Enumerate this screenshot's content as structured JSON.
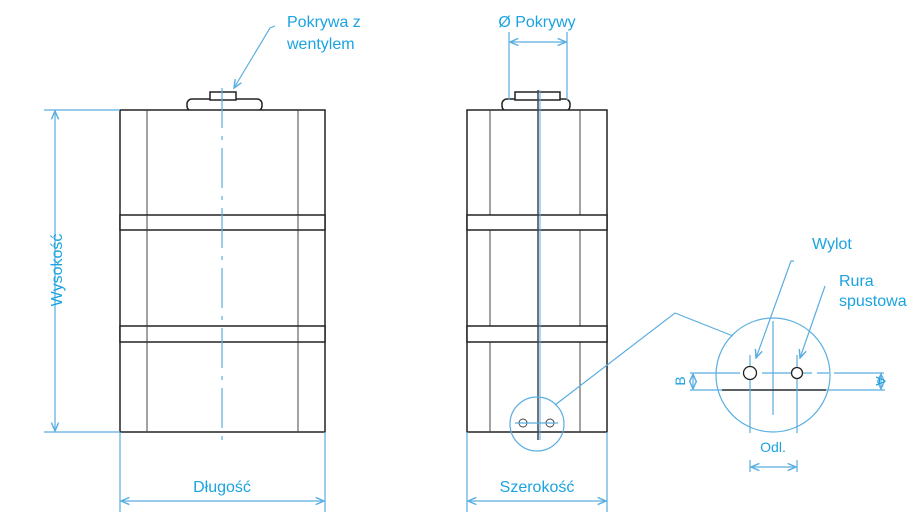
{
  "labels": {
    "lid_line1": "Pokrywa z",
    "lid_line2": "wentylem",
    "lid_diameter": "Ø Pokrywy",
    "height": "Wysokość",
    "length": "Długość",
    "width": "Szerokość",
    "outlet": "Wylot",
    "drain_line1": "Rura",
    "drain_line2": "spustowa",
    "dim_a": "A",
    "dim_b": "B",
    "spacing": "Odl."
  },
  "colors": {
    "dimension": "#1aa3e0",
    "outline": "#222222"
  }
}
